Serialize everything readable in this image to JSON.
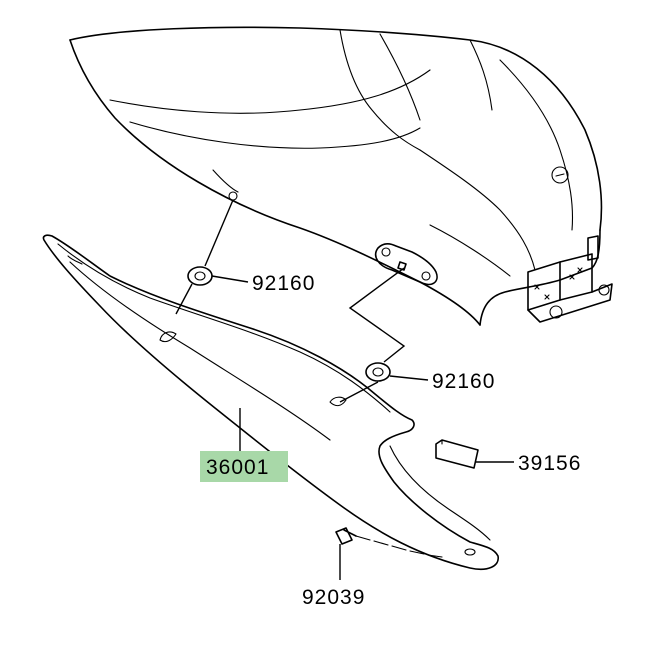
{
  "diagram": {
    "callouts": [
      {
        "id": "grommet-upper",
        "part_number": "92160"
      },
      {
        "id": "grommet-lower",
        "part_number": "92160"
      },
      {
        "id": "side-cover",
        "part_number": "36001",
        "highlight": "#a8d8a8"
      },
      {
        "id": "pad",
        "part_number": "39156"
      },
      {
        "id": "screw",
        "part_number": "92039"
      }
    ],
    "colors": {
      "line": "#000000",
      "highlight": "#a8d8a8",
      "background": "#ffffff"
    }
  }
}
